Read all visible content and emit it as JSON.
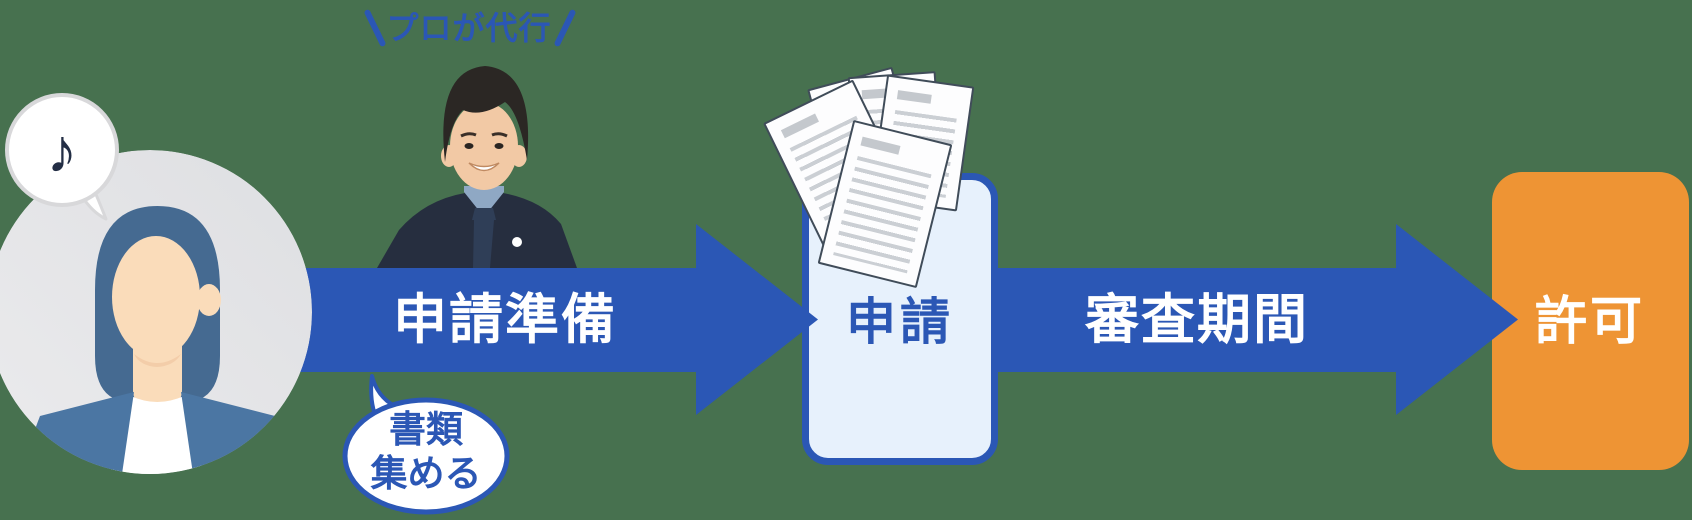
{
  "diagram": {
    "pro_badge": {
      "label": "プロが代行"
    },
    "steps": [
      {
        "id": "prepare",
        "label": "申請準備",
        "type": "arrow-band"
      },
      {
        "id": "apply",
        "label": "申請",
        "type": "box"
      },
      {
        "id": "review",
        "label": "審査期間",
        "type": "arrow-band"
      },
      {
        "id": "permit",
        "label": "許可",
        "type": "box"
      }
    ],
    "speech_bubbles": {
      "music": {
        "glyph": "♪"
      },
      "documents": {
        "line1": "書類",
        "line2": "集める"
      }
    },
    "icons": {
      "documents_stack": "document-pages",
      "applicant": "woman-avatar",
      "professional": "consultant-portrait"
    },
    "colors": {
      "background": "#47714F",
      "arrow_blue": "#2B57B5",
      "permit_orange": "#EE9434",
      "application_box_fill": "#E7F1FC",
      "avatar_circle": "#E3E4E6"
    }
  }
}
